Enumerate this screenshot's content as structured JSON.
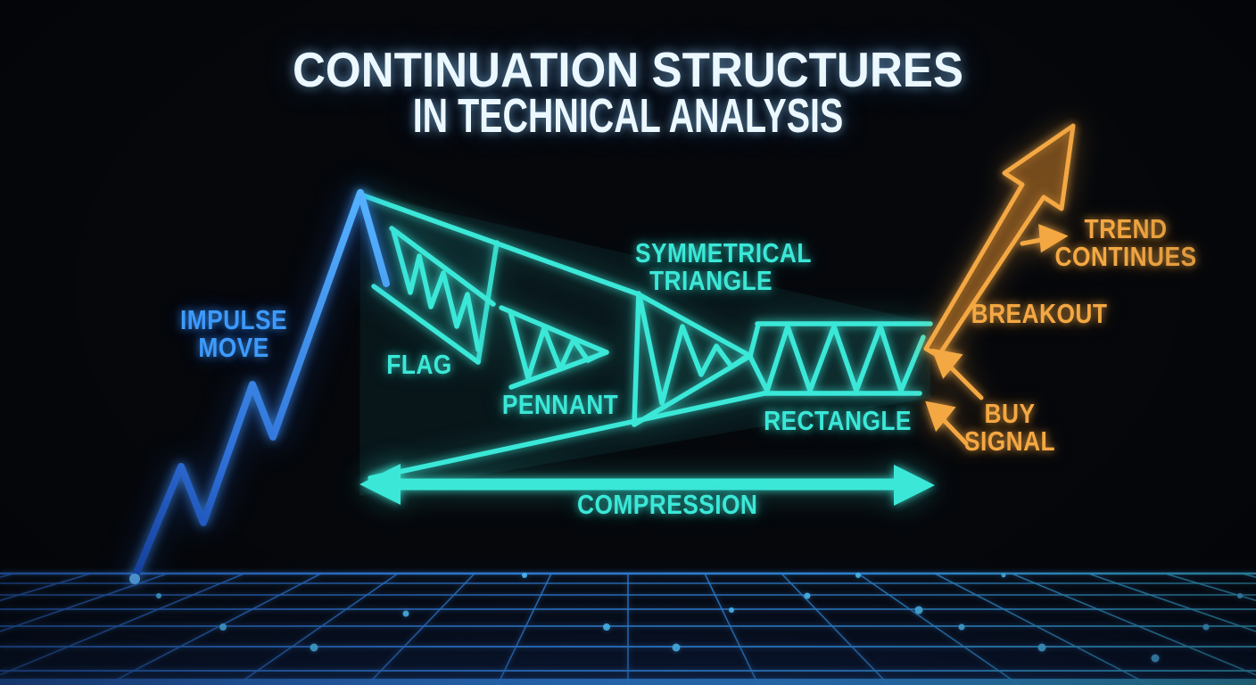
{
  "title": {
    "line1": "CONTINUATION STRUCTURES",
    "line2": "IN TECHNICAL ANALYSIS"
  },
  "diagram": {
    "impulse_move": {
      "line1": "IMPULSE",
      "line2": "MOVE"
    },
    "flag": "FLAG",
    "pennant": "PENNANT",
    "symmetrical_triangle": {
      "line1": "SYMMETRICAL",
      "line2": "TRIANGLE"
    },
    "rectangle": "RECTANGLE",
    "compression": "COMPRESSION",
    "breakout": "BREAKOUT",
    "trend_continues": {
      "line1": "TREND",
      "line2": "CONTINUES"
    },
    "buy_signal": {
      "line1": "BUY",
      "line2": "SIGNAL"
    }
  },
  "colors": {
    "background": "#05070B",
    "impulse_blue": "#3D9BFF",
    "pattern_cyan": "#3BE8D8",
    "signal_orange": "#F4A843",
    "grid_blue": "#2A66C8",
    "grid_cyan": "#39B2D6",
    "title_white": "#ECF8FF"
  }
}
